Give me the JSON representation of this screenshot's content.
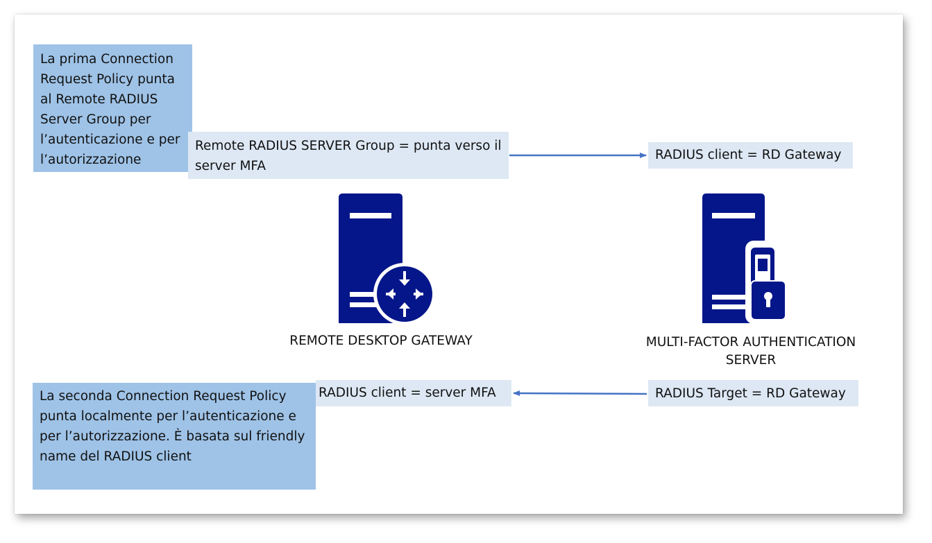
{
  "notes": {
    "first_policy": "La prima Connection Request Policy punta al Remote RADIUS Server Group per l’autenticazione e per l’autorizzazione",
    "remote_group": "Remote RADIUS SERVER Group = punta verso il server MFA",
    "radius_client_rdg": "RADIUS client = RD Gateway",
    "second_policy": "La seconda Connection Request Policy punta localmente per l’autenticazione e per l’autorizzazione. È basata sul friendly name del RADIUS client",
    "radius_client_mfa": "RADIUS client = server MFA",
    "radius_target": "RADIUS Target = RD Gateway"
  },
  "nodes": {
    "gateway_label": "REMOTE DESKTOP GATEWAY",
    "mfa_label": "MULTI-FACTOR AUTHENTICATION SERVER"
  },
  "icons": {
    "gateway": "gateway-server-icon",
    "mfa": "mfa-server-icon"
  },
  "colors": {
    "icon_navy": "#05168a",
    "arrow_blue": "#4472c4",
    "note_dark": "#9fc3e7",
    "note_light": "#dde8f4"
  }
}
